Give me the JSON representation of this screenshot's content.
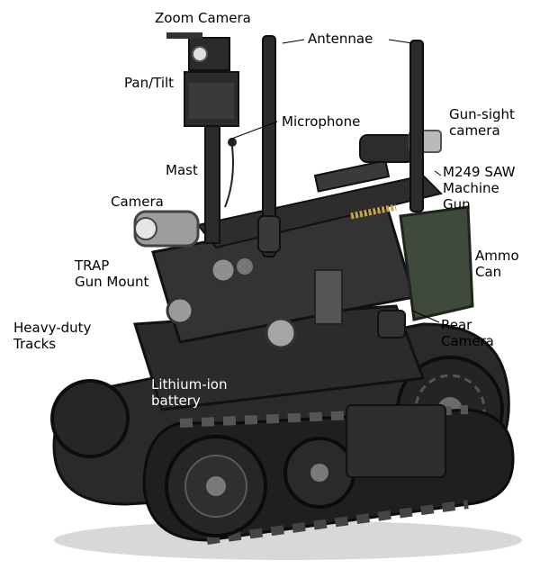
{
  "labels": {
    "zoom_camera": "Zoom Camera",
    "antennae": "Antennae",
    "pan_tilt": "Pan/Tilt",
    "microphone": "Microphone",
    "gun_sight_camera": "Gun-sight\ncamera",
    "mast": "Mast",
    "m249_saw": "M249 SAW\nMachine\nGun",
    "camera": "Camera",
    "ammo_can": "Ammo\nCan",
    "trap_gun_mount": "TRAP\nGun Mount",
    "rear_camera": "Rear\nCamera",
    "heavy_duty_tracks": "Heavy-duty\nTracks",
    "lithium_ion_battery": "Lithium-ion\nbattery"
  },
  "colors": {
    "label_text": "#000000",
    "label_text_on_dark": "#ffffff",
    "background": "#ffffff",
    "robot_body": "#262626",
    "track": "#1f1f1f",
    "ammo_can": "#3f4a3c",
    "metal": "#8a8a8a"
  }
}
